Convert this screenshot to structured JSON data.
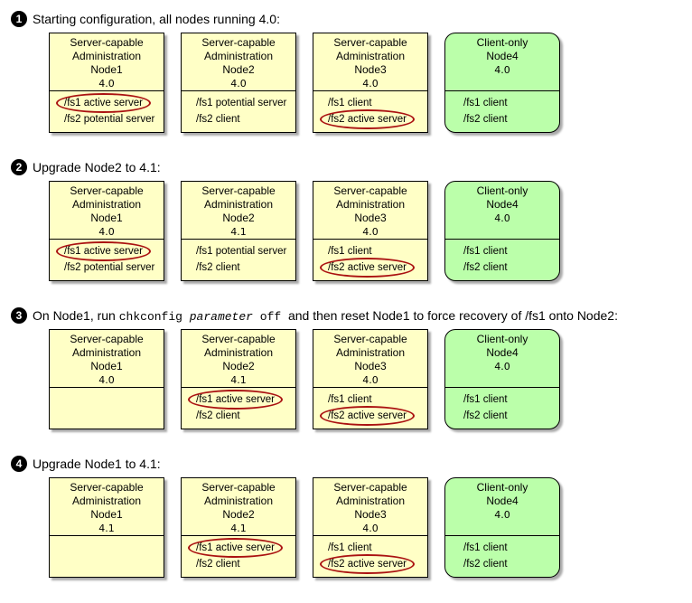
{
  "steps": [
    {
      "number": "1",
      "title_parts": [
        {
          "text": "Starting configuration, all nodes running 4.0:",
          "style": "normal"
        }
      ],
      "nodes": [
        {
          "kind": "server",
          "lines": [
            "Server-capable",
            "Administration",
            "Node1"
          ],
          "version": "4.0",
          "fs": [
            {
              "text": "/fs1 active server",
              "active": true
            },
            {
              "text": "/fs2 potential server",
              "active": false
            }
          ]
        },
        {
          "kind": "server",
          "lines": [
            "Server-capable",
            "Administration",
            "Node2"
          ],
          "version": "4.0",
          "fs": [
            {
              "text": "/fs1 potential server",
              "active": false
            },
            {
              "text": "/fs2 client",
              "active": false
            }
          ]
        },
        {
          "kind": "server",
          "lines": [
            "Server-capable",
            "Administration",
            "Node3"
          ],
          "version": "4.0",
          "fs": [
            {
              "text": "/fs1 client",
              "active": false
            },
            {
              "text": "/fs2 active server",
              "active": true
            }
          ]
        },
        {
          "kind": "client",
          "lines": [
            "Client-only",
            "Node4"
          ],
          "version": "4.0",
          "fs": [
            {
              "text": "/fs1 client",
              "active": false
            },
            {
              "text": "/fs2 client",
              "active": false
            }
          ]
        }
      ]
    },
    {
      "number": "2",
      "title_parts": [
        {
          "text": "Upgrade Node2 to 4.1:",
          "style": "normal"
        }
      ],
      "nodes": [
        {
          "kind": "server",
          "lines": [
            "Server-capable",
            "Administration",
            "Node1"
          ],
          "version": "4.0",
          "fs": [
            {
              "text": "/fs1 active server",
              "active": true
            },
            {
              "text": "/fs2 potential server",
              "active": false
            }
          ]
        },
        {
          "kind": "server",
          "lines": [
            "Server-capable",
            "Administration",
            "Node2"
          ],
          "version": "4.1",
          "fs": [
            {
              "text": "/fs1 potential server",
              "active": false
            },
            {
              "text": "/fs2 client",
              "active": false
            }
          ]
        },
        {
          "kind": "server",
          "lines": [
            "Server-capable",
            "Administration",
            "Node3"
          ],
          "version": "4.0",
          "fs": [
            {
              "text": "/fs1 client",
              "active": false
            },
            {
              "text": "/fs2 active server",
              "active": true
            }
          ]
        },
        {
          "kind": "client",
          "lines": [
            "Client-only",
            "Node4"
          ],
          "version": "4.0",
          "fs": [
            {
              "text": "/fs1 client",
              "active": false
            },
            {
              "text": "/fs2 client",
              "active": false
            }
          ]
        }
      ]
    },
    {
      "number": "3",
      "title_parts": [
        {
          "text": "On Node1, run ",
          "style": "normal"
        },
        {
          "text": "chkconfig ",
          "style": "code"
        },
        {
          "text": "parameter",
          "style": "code-italic"
        },
        {
          "text": " off",
          "style": "code"
        },
        {
          "text": "  and then reset Node1 to force recovery of /fs1 onto Node2:",
          "style": "normal"
        }
      ],
      "nodes": [
        {
          "kind": "server",
          "lines": [
            "Server-capable",
            "Administration",
            "Node1"
          ],
          "version": "4.0",
          "fs": []
        },
        {
          "kind": "server",
          "lines": [
            "Server-capable",
            "Administration",
            "Node2"
          ],
          "version": "4.1",
          "fs": [
            {
              "text": "/fs1 active server",
              "active": true
            },
            {
              "text": "/fs2 client",
              "active": false
            }
          ]
        },
        {
          "kind": "server",
          "lines": [
            "Server-capable",
            "Administration",
            "Node3"
          ],
          "version": "4.0",
          "fs": [
            {
              "text": "/fs1 client",
              "active": false
            },
            {
              "text": "/fs2 active server",
              "active": true
            }
          ]
        },
        {
          "kind": "client",
          "lines": [
            "Client-only",
            "Node4"
          ],
          "version": "4.0",
          "fs": [
            {
              "text": "/fs1 client",
              "active": false
            },
            {
              "text": "/fs2 client",
              "active": false
            }
          ]
        }
      ]
    },
    {
      "number": "4",
      "title_parts": [
        {
          "text": "Upgrade Node1 to 4.1:",
          "style": "normal"
        }
      ],
      "nodes": [
        {
          "kind": "server",
          "lines": [
            "Server-capable",
            "Administration",
            "Node1"
          ],
          "version": "4.1",
          "fs": []
        },
        {
          "kind": "server",
          "lines": [
            "Server-capable",
            "Administration",
            "Node2"
          ],
          "version": "4.1",
          "fs": [
            {
              "text": "/fs1 active server",
              "active": true
            },
            {
              "text": "/fs2 client",
              "active": false
            }
          ]
        },
        {
          "kind": "server",
          "lines": [
            "Server-capable",
            "Administration",
            "Node3"
          ],
          "version": "4.0",
          "fs": [
            {
              "text": "/fs1 client",
              "active": false
            },
            {
              "text": "/fs2 active server",
              "active": true
            }
          ]
        },
        {
          "kind": "client",
          "lines": [
            "Client-only",
            "Node4"
          ],
          "version": "4.0",
          "fs": [
            {
              "text": "/fs1 client",
              "active": false
            },
            {
              "text": "/fs2 client",
              "active": false
            }
          ]
        }
      ]
    }
  ],
  "colors": {
    "server_box": "#ffffc6",
    "client_box": "#bbffaa",
    "active_ellipse": "#aa1111"
  }
}
